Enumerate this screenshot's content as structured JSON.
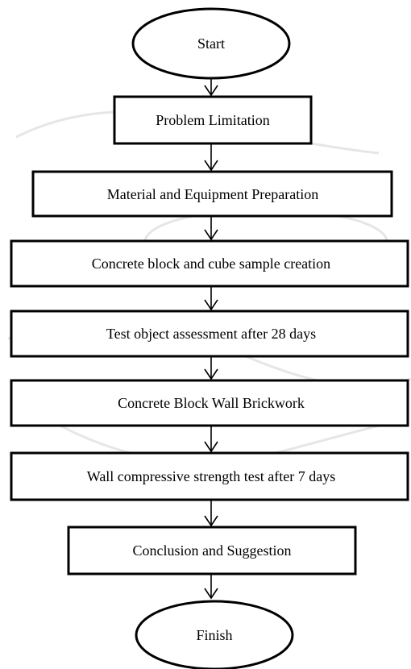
{
  "flowchart": {
    "start_label": "Start",
    "steps": [
      "Problem Limitation",
      "Material and Equipment Preparation",
      "Concrete block and cube sample creation",
      "Test object assessment after 28 days",
      "Concrete Block Wall Brickwork",
      "Wall compressive strength test after 7 days",
      "Conclusion and Suggestion"
    ],
    "finish_label": "Finish"
  },
  "colors": {
    "stroke": "#000000",
    "background": "#ffffff",
    "watermark": "#e6e6e6"
  }
}
